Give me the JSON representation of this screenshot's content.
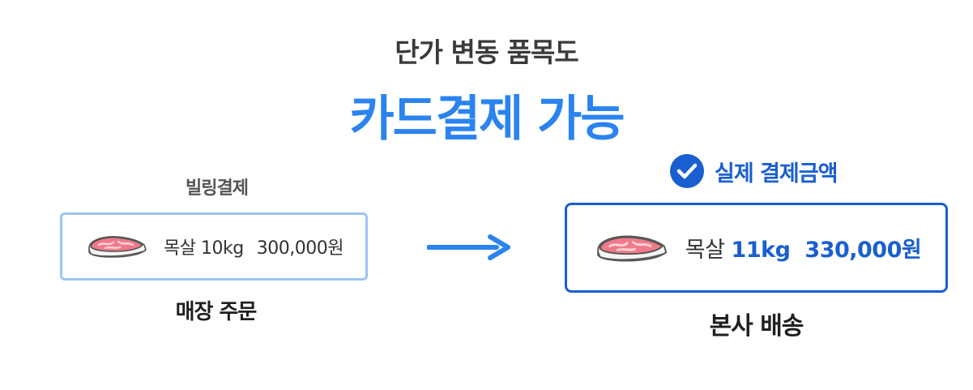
{
  "header": {
    "subtitle": "단가 변동 품목도",
    "title": "카드결제 가능"
  },
  "store_order": {
    "label": "빌링결제",
    "item_name": "목살",
    "weight": "10kg",
    "price": "300,000원",
    "caption": "매장 주문"
  },
  "hq_delivery": {
    "badge": "실제 결제금액",
    "item_name": "목살",
    "weight": "11kg",
    "price": "330,000원",
    "caption": "본사 배송"
  },
  "icons": {
    "meat": "meat-steak-icon",
    "arrow": "arrow-right-icon",
    "check": "check-circle-icon"
  },
  "colors": {
    "accent": "#2a83ef",
    "dark_blue": "#1a5fcf",
    "light_border": "#9dc4f5"
  }
}
